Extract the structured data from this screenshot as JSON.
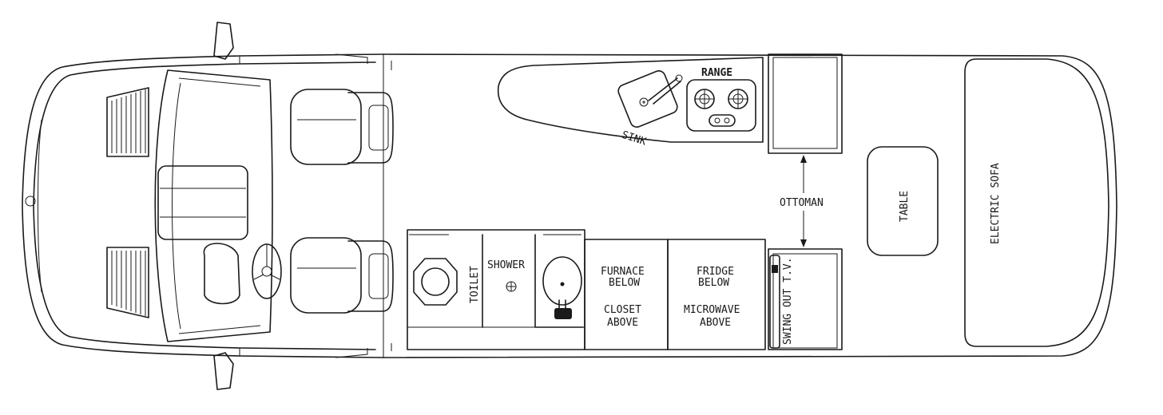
{
  "labels": {
    "range": "RANGE",
    "sink": "SINK",
    "ottoman": "OTTOMAN",
    "table": "TABLE",
    "electric_sofa": "ELECTRIC SOFA",
    "toilet": "TOILET",
    "shower": "SHOWER",
    "furnace_line1": "FURNACE",
    "furnace_line2": "BELOW",
    "closet_line1": "CLOSET",
    "closet_line2": "ABOVE",
    "fridge_line1": "FRIDGE",
    "fridge_line2": "BELOW",
    "microwave_line1": "MICROWAVE",
    "microwave_line2": "ABOVE",
    "swing_tv": "SWING OUT T.V."
  }
}
